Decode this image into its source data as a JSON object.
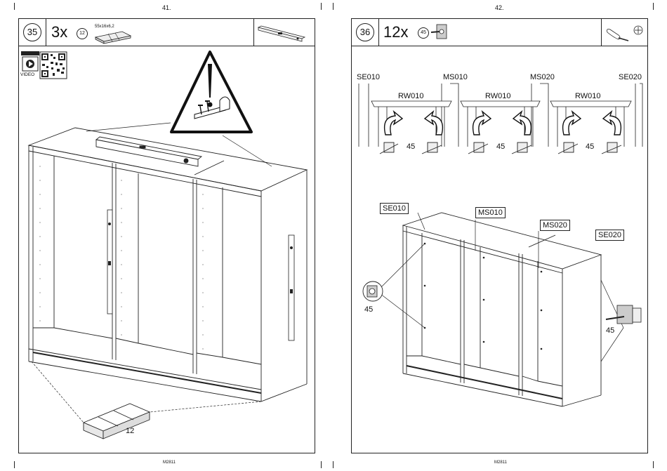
{
  "pages": [
    {
      "number": "41.",
      "footer": "M2811",
      "step": "35",
      "quantity": "3x",
      "part_no": "12",
      "part_dims": "55x16x6,2",
      "video_label": "VIDEO",
      "callout_part": "12"
    },
    {
      "number": "42.",
      "footer": "M2811",
      "step": "36",
      "quantity": "12x",
      "part_no": "45",
      "labels": [
        "SE010",
        "MS010",
        "MS020",
        "SE020"
      ],
      "rails": [
        "RW010",
        "RW010",
        "RW010"
      ],
      "detail_part": "45",
      "box_labels": [
        "SE010",
        "MS010",
        "MS020",
        "SE020"
      ],
      "callouts": [
        "45",
        "45"
      ]
    }
  ],
  "icons": [
    "video-icon",
    "qr-code-icon",
    "warning-icon",
    "level-icon",
    "screwdriver-icon",
    "bracket-screw-icon"
  ]
}
